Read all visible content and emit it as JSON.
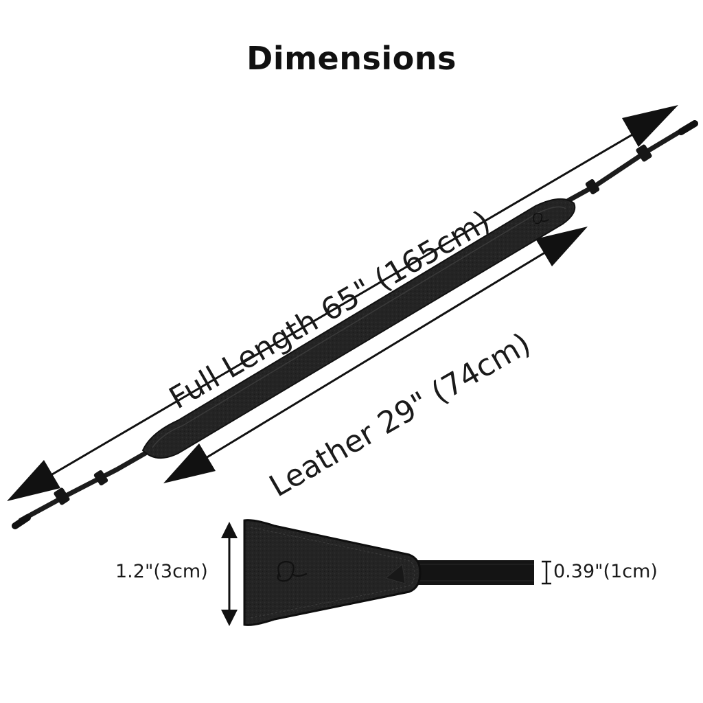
{
  "title": "Dimensions",
  "labels": {
    "full_length": "Full Length 65\" (165cm)",
    "leather_length": "Leather 29\" (74cm)",
    "leather_width": "1.2\"(3cm)",
    "webbing_width": "0.39\"(1cm)"
  },
  "logo": {
    "brand_mark": "Q"
  },
  "colors": {
    "text": "#1a1a1a",
    "strap": "#1c1c1c",
    "leather": "#262626",
    "arrow": "#111111",
    "background": "#ffffff"
  },
  "icons": {
    "dimension_arrow": "double-headed-arrow-icon",
    "width_marker": "i-beam-icon"
  }
}
